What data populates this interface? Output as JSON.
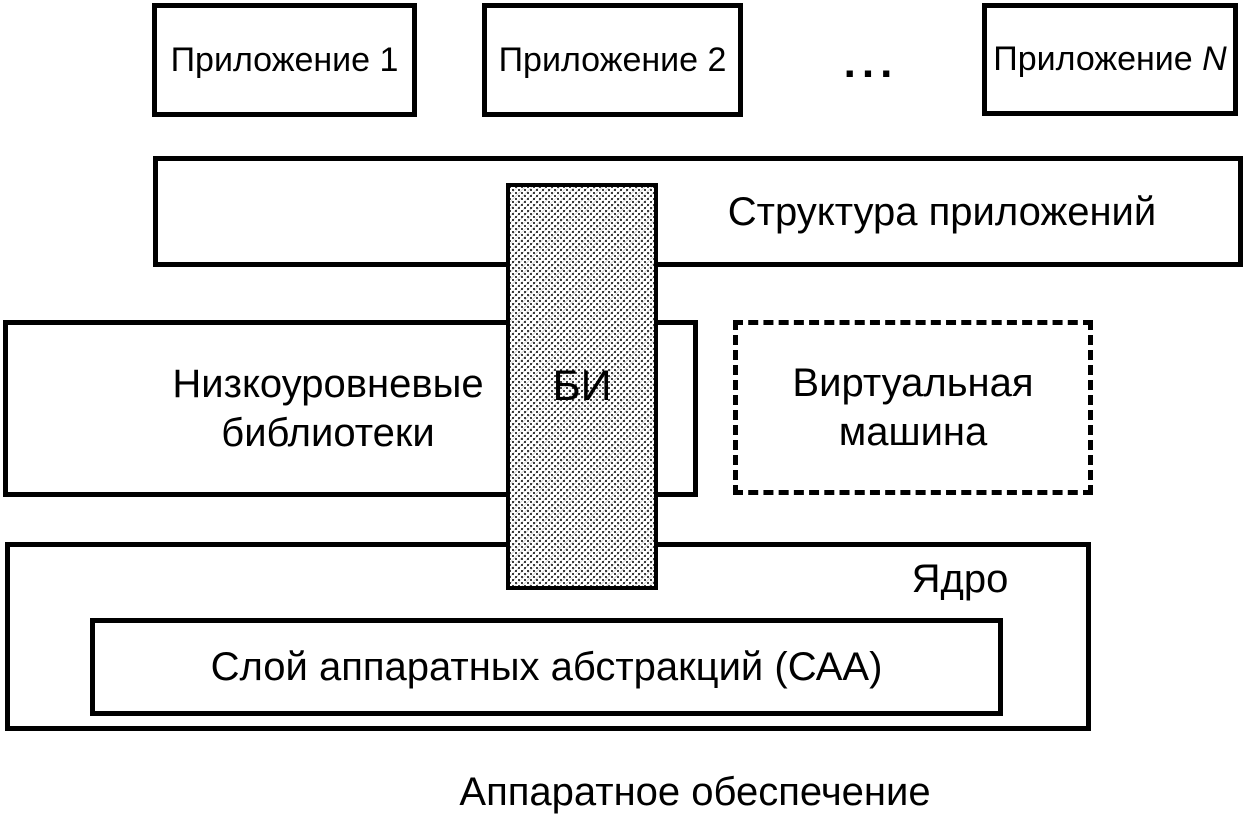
{
  "apps": [
    {
      "label": "Приложение 1"
    },
    {
      "label": "Приложение 2"
    },
    {
      "label": "Приложение ",
      "label_italic": "N"
    }
  ],
  "ellipsis": "...",
  "layers": {
    "structure": "Структура приложений",
    "bi": "БИ",
    "libraries": [
      "Низкоуровневые",
      "библиотеки"
    ],
    "vm": [
      "Виртуальная",
      "машина"
    ],
    "kernel": "Ядро",
    "hal": "Слой аппаратных абстракций (САА)",
    "hardware": "Аппаратное обеспечение"
  },
  "colors": {
    "line": "#000000",
    "background": "#ffffff"
  }
}
